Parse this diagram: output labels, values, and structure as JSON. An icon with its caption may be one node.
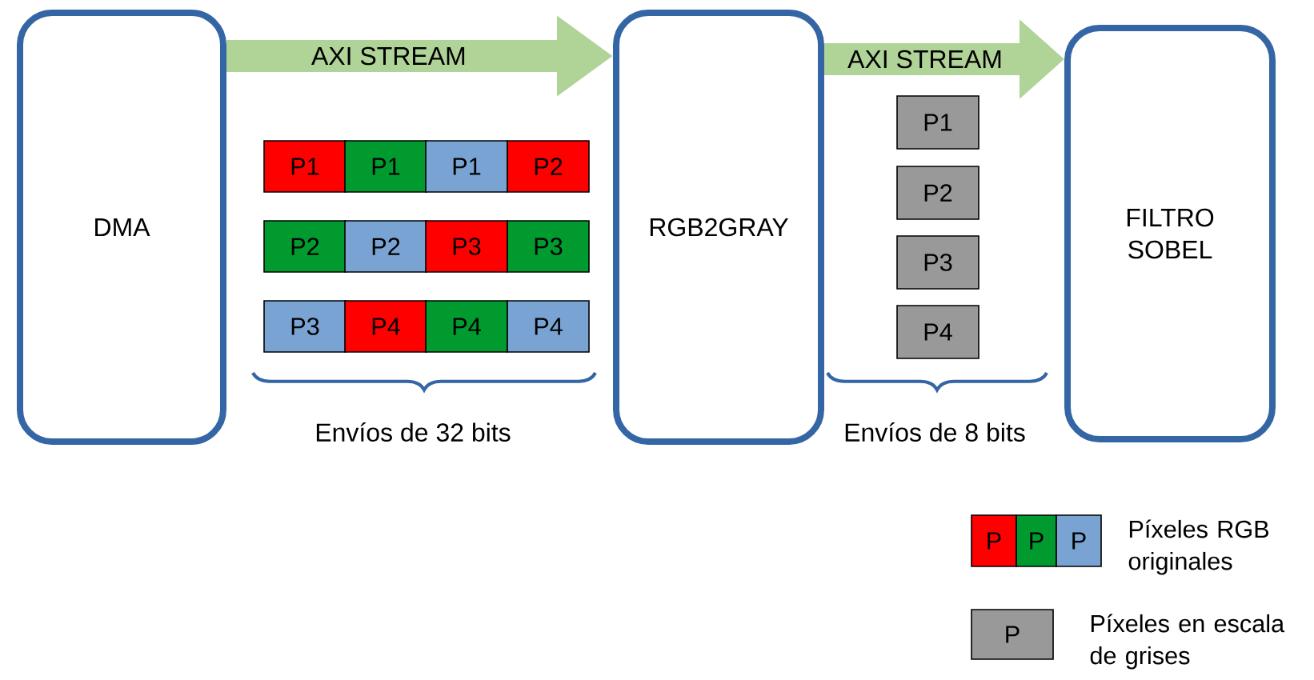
{
  "diagram": {
    "nodes": [
      {
        "text": [
          "DMA"
        ]
      },
      {
        "text": [
          "RGB2GRAY"
        ]
      },
      {
        "text": [
          "FILTRO SOBEL"
        ]
      },
      {
        "text": [
          "P1"
        ]
      },
      {
        "text": [
          "P1"
        ]
      },
      {
        "text": [
          "P1"
        ]
      },
      {
        "text": [
          "P2"
        ]
      },
      {
        "text": [
          "P2"
        ]
      },
      {
        "text": [
          "P2"
        ]
      },
      {
        "text": [
          "P3"
        ]
      },
      {
        "text": [
          "P3"
        ]
      },
      {
        "text": [
          "P3"
        ]
      },
      {
        "text": [
          "P4"
        ]
      },
      {
        "text": [
          "P4"
        ]
      },
      {
        "text": [
          "P4"
        ]
      },
      {
        "text": [
          "P1"
        ]
      },
      {
        "text": [
          "P2"
        ]
      },
      {
        "text": [
          "P3"
        ]
      },
      {
        "text": [
          "P4"
        ]
      }
    ],
    "edges": [
      {
        "from": 0,
        "to": 1,
        "arrow": "to",
        "label": "AXI STREAM"
      },
      {
        "from": 1,
        "to": 2,
        "arrow": "to",
        "label": "AXI STREAM"
      }
    ],
    "labels": [
      "Envíos de 32 bits",
      "Envíos de 8 bits",
      "P",
      "P",
      "P",
      "P"
    ],
    "legend": [
      {
        "text": "Píxeles RGB originales"
      },
      {
        "text": "Píxeles en escala de grises"
      }
    ]
  }
}
